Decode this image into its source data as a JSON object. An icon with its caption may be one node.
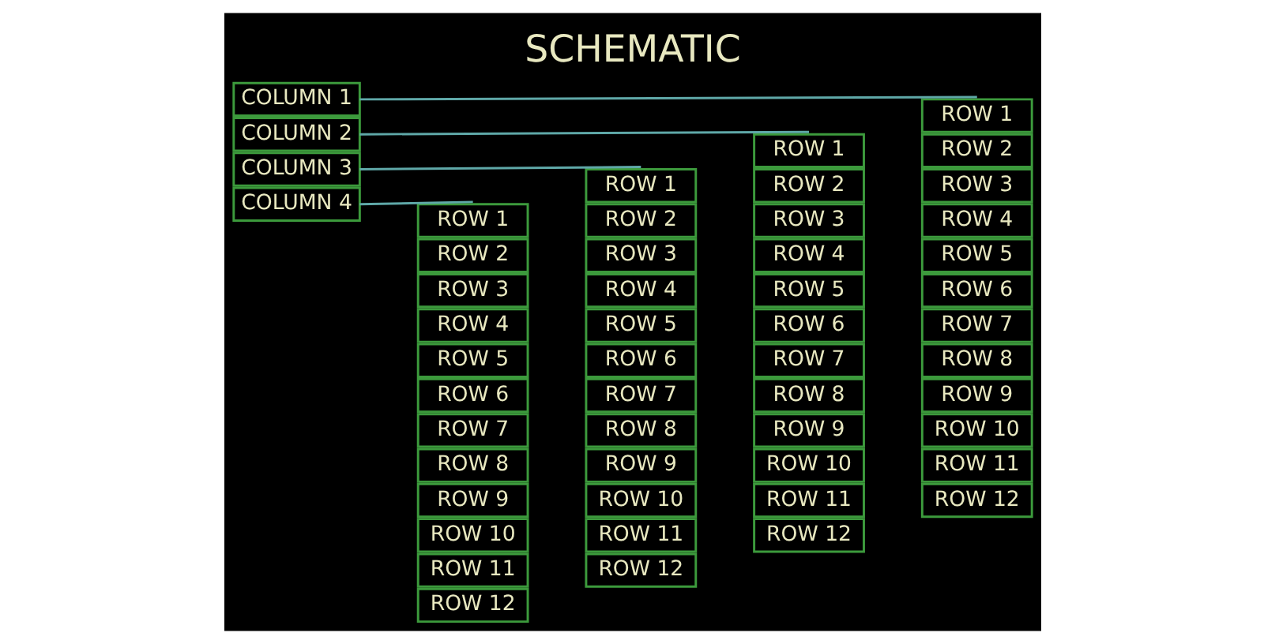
{
  "diagram": {
    "title": "SCHEMATIC",
    "nodes": [
      {
        "text": [
          "COLUMN 1"
        ]
      },
      {
        "text": [
          "COLUMN 2"
        ]
      },
      {
        "text": [
          "COLUMN 3"
        ]
      },
      {
        "text": [
          "COLUMN 4"
        ]
      },
      {
        "text": [
          "ROW 1"
        ]
      },
      {
        "text": [
          "ROW 2"
        ]
      },
      {
        "text": [
          "ROW 3"
        ]
      },
      {
        "text": [
          "ROW 4"
        ]
      },
      {
        "text": [
          "ROW 5"
        ]
      },
      {
        "text": [
          "ROW 6"
        ]
      },
      {
        "text": [
          "ROW 7"
        ]
      },
      {
        "text": [
          "ROW 8"
        ]
      },
      {
        "text": [
          "ROW 9"
        ]
      },
      {
        "text": [
          "ROW 10"
        ]
      },
      {
        "text": [
          "ROW 11"
        ]
      },
      {
        "text": [
          "ROW 12"
        ]
      },
      {
        "text": [
          "ROW 1"
        ]
      },
      {
        "text": [
          "ROW 2"
        ]
      },
      {
        "text": [
          "ROW 3"
        ]
      },
      {
        "text": [
          "ROW 4"
        ]
      },
      {
        "text": [
          "ROW 5"
        ]
      },
      {
        "text": [
          "ROW 6"
        ]
      },
      {
        "text": [
          "ROW 7"
        ]
      },
      {
        "text": [
          "ROW 8"
        ]
      },
      {
        "text": [
          "ROW 9"
        ]
      },
      {
        "text": [
          "ROW 10"
        ]
      },
      {
        "text": [
          "ROW 11"
        ]
      },
      {
        "text": [
          "ROW 12"
        ]
      },
      {
        "text": [
          "ROW 1"
        ]
      },
      {
        "text": [
          "ROW 2"
        ]
      },
      {
        "text": [
          "ROW 3"
        ]
      },
      {
        "text": [
          "ROW 4"
        ]
      },
      {
        "text": [
          "ROW 5"
        ]
      },
      {
        "text": [
          "ROW 6"
        ]
      },
      {
        "text": [
          "ROW 7"
        ]
      },
      {
        "text": [
          "ROW 8"
        ]
      },
      {
        "text": [
          "ROW 9"
        ]
      },
      {
        "text": [
          "ROW 10"
        ]
      },
      {
        "text": [
          "ROW 11"
        ]
      },
      {
        "text": [
          "ROW 12"
        ]
      },
      {
        "text": [
          "ROW 1"
        ]
      },
      {
        "text": [
          "ROW 2"
        ]
      },
      {
        "text": [
          "ROW 3"
        ]
      },
      {
        "text": [
          "ROW 4"
        ]
      },
      {
        "text": [
          "ROW 5"
        ]
      },
      {
        "text": [
          "ROW 6"
        ]
      },
      {
        "text": [
          "ROW 7"
        ]
      },
      {
        "text": [
          "ROW 8"
        ]
      },
      {
        "text": [
          "ROW 9"
        ]
      },
      {
        "text": [
          "ROW 10"
        ]
      },
      {
        "text": [
          "ROW 11"
        ]
      },
      {
        "text": [
          "ROW 12"
        ]
      }
    ],
    "edges": [
      {
        "from": 0,
        "to": 40,
        "arrow": "none"
      },
      {
        "from": 1,
        "to": 28,
        "arrow": "none"
      },
      {
        "from": 2,
        "to": 16,
        "arrow": "none"
      },
      {
        "from": 3,
        "to": 4,
        "arrow": "none"
      }
    ]
  }
}
